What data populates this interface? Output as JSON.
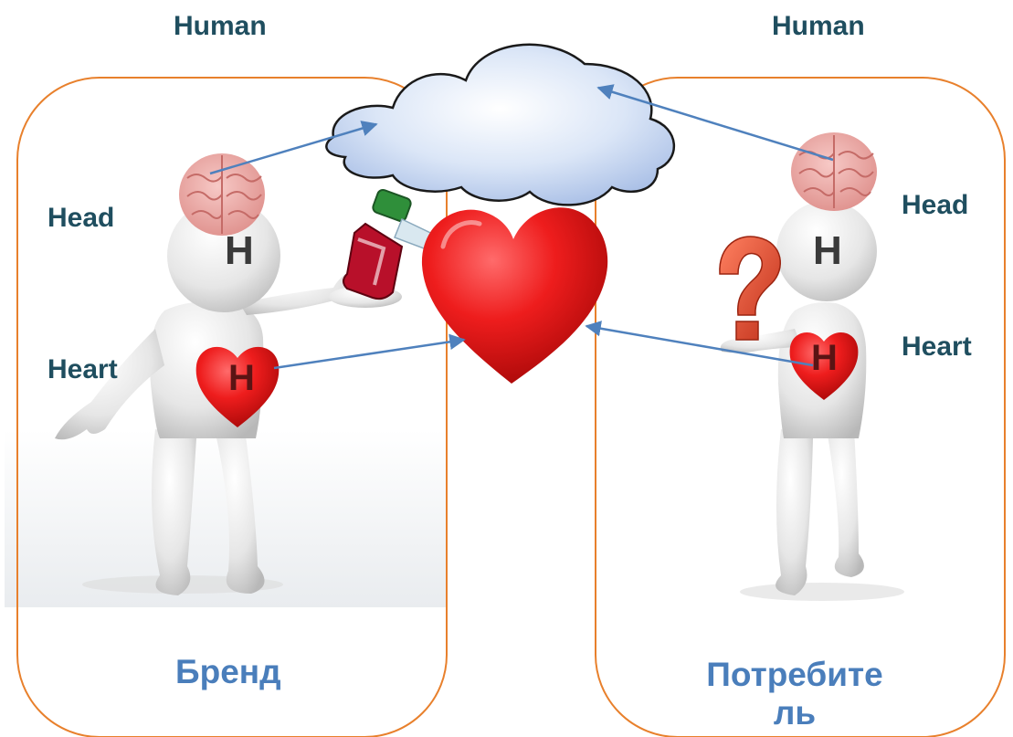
{
  "diagram": {
    "left_panel": {
      "top_label": "Human",
      "head_label": "Head",
      "heart_label": "Heart",
      "head_letter": "H",
      "heart_letter": "H",
      "bottom_label": "Бренд"
    },
    "right_panel": {
      "top_label": "Human",
      "head_label": "Head",
      "heart_label": "Heart",
      "head_letter": "H",
      "heart_letter": "H",
      "bottom_label_line1": "Потребите",
      "bottom_label_line2": "ль"
    }
  },
  "colors": {
    "panel_border": "#e8802c",
    "arrow": "#4f81bd",
    "label_dark": "#1f4e5f",
    "label_blue": "#4a7ebb",
    "heart_red": "#e31c1c"
  },
  "icons": [
    "cloud-icon",
    "brain-icon",
    "heart-icon",
    "bottle-icon",
    "question-mark-icon",
    "person-figure-icon",
    "arrow-icon"
  ]
}
